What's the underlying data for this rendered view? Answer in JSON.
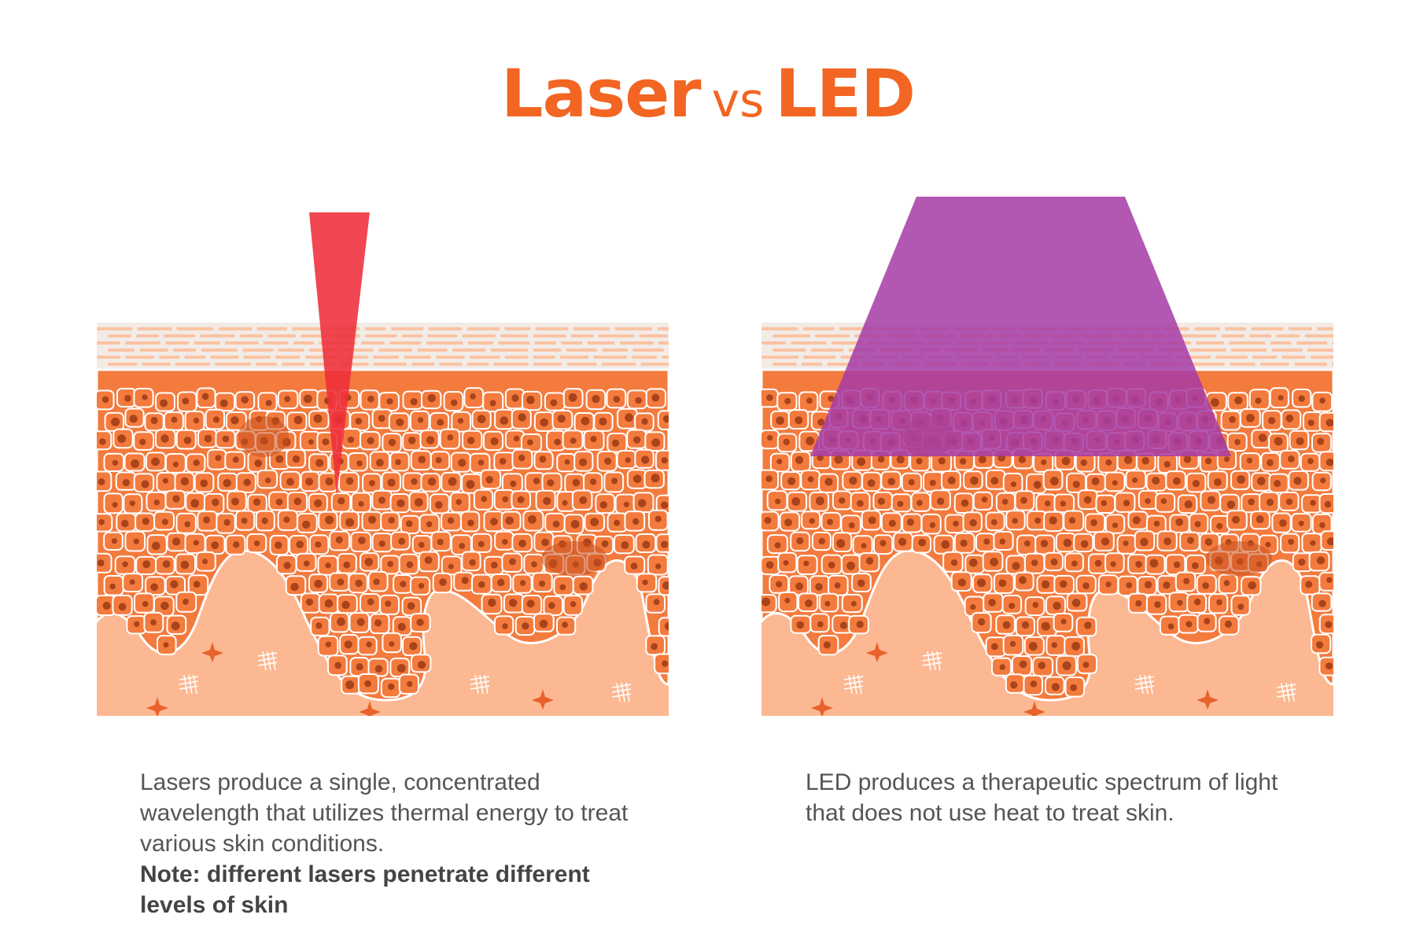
{
  "title": {
    "part1": "Laser",
    "vs": "vs",
    "part2": "LED"
  },
  "laser": {
    "caption": "Lasers produce a single, concentrated wavelength that utilizes thermal energy to treat various skin conditions.",
    "note": "Note: different lasers penetrate different levels of skin"
  },
  "led": {
    "caption": "LED produces a therapeutic spectrum of light that does not use heat to treat skin."
  },
  "colors": {
    "accent": "#f26522",
    "laser_beam": "#ee2d3a",
    "led_beam": "#a43ba6",
    "cell": "#f47b3e",
    "nucleus": "#a8431a",
    "dermis": "#fcb892",
    "stratum": "#fbd3bd"
  }
}
